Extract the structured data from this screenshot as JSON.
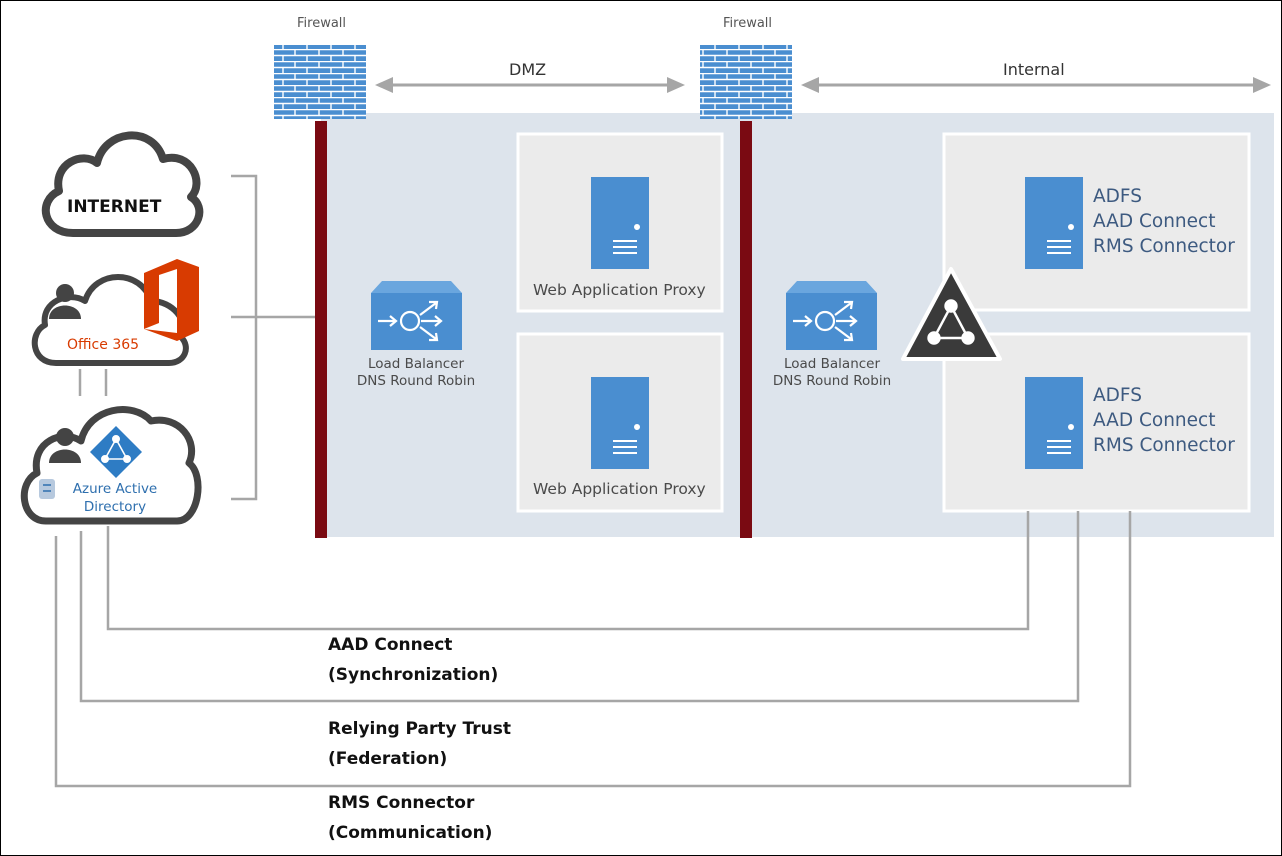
{
  "firewalls": {
    "left_label": "Firewall",
    "right_label": "Firewall"
  },
  "zones": {
    "dmz": "DMZ",
    "internal": "Internal"
  },
  "clouds": {
    "internet": "INTERNET",
    "office365": "Office 365",
    "azure_ad_line1": "Azure Active",
    "azure_ad_line2": "Directory"
  },
  "dmz": {
    "load_balancer_line1": "Load Balancer",
    "load_balancer_line2": "DNS Round Robin",
    "proxy_1": "Web Application Proxy",
    "proxy_2": "Web Application Proxy"
  },
  "internal": {
    "load_balancer_line1": "Load Balancer",
    "load_balancer_line2": "DNS Round Robin",
    "server_1": [
      "ADFS",
      "AAD Connect",
      "RMS Connector"
    ],
    "server_2": [
      "ADFS",
      "AAD Connect",
      "RMS Connector"
    ]
  },
  "connections": [
    {
      "title": "AAD Connect",
      "subtitle": "(Synchronization)"
    },
    {
      "title": "Relying Party Trust",
      "subtitle": "(Federation)"
    },
    {
      "title": "RMS Connector",
      "subtitle": "(Communication)"
    }
  ],
  "colors": {
    "zone_background": "#dde4ec",
    "server_blue": "#4a8ed0",
    "firewall_bar": "#7a0a12",
    "office_orange": "#d83b01",
    "connector_gray": "#a6a6a6"
  }
}
